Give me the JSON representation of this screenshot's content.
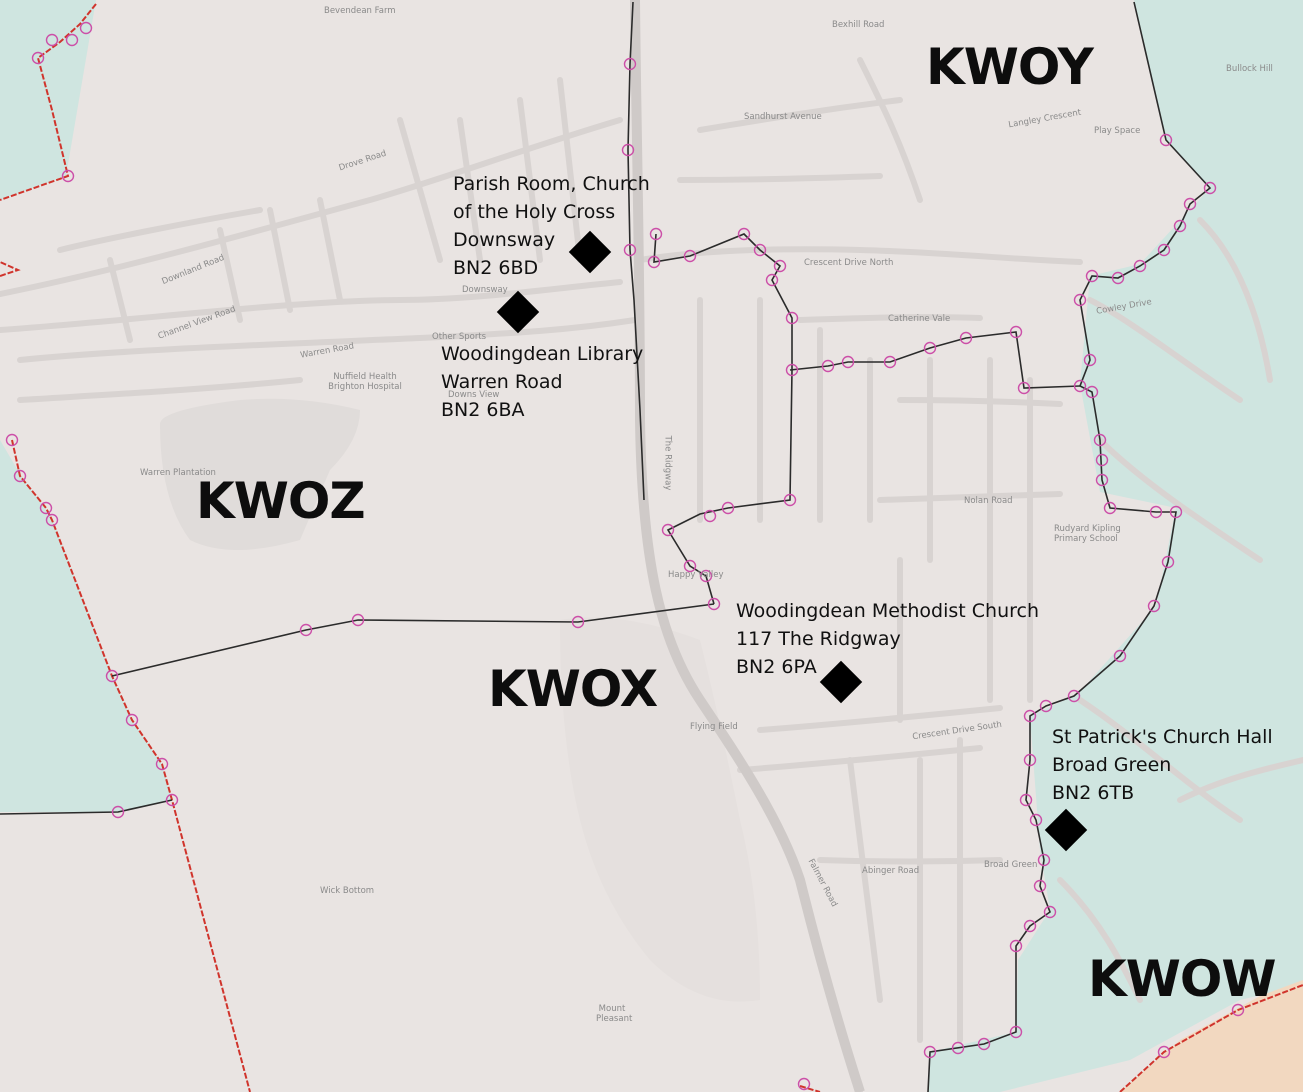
{
  "map": {
    "colors": {
      "land": "#e9e4e2",
      "sea_area": "#cfe5e0",
      "sand_area": "#f2d8c0",
      "road": "#d8d3d1",
      "boundary": "#2b2b2b",
      "outer_boundary": "#d0342c",
      "vertex": "#cc4fa8"
    },
    "districts": [
      {
        "id": "KWOY",
        "label": "KWOY"
      },
      {
        "id": "KWOZ",
        "label": "KWOZ"
      },
      {
        "id": "KWOX",
        "label": "KWOX"
      },
      {
        "id": "KWOW",
        "label": "KWOW"
      }
    ],
    "polling_stations": [
      {
        "id": "parish-room",
        "lines": [
          "Parish Room, Church",
          "of the Holy Cross",
          "Downsway",
          "BN2 6BD"
        ]
      },
      {
        "id": "library",
        "lines": [
          "Woodingdean Library",
          "Warren Road",
          "BN2 6BA"
        ]
      },
      {
        "id": "methodist",
        "lines": [
          "Woodingdean Methodist Church",
          "117 The Ridgway",
          "BN2 6PA"
        ]
      },
      {
        "id": "st-patricks",
        "lines": [
          "St Patrick's Church Hall",
          "Broad Green",
          "BN2 6TB"
        ]
      }
    ],
    "street_labels": [
      "Bevendean Farm",
      "Bexhill Road",
      "Bullock Hill",
      "Play Space",
      "Drove Road",
      "Warren Road",
      "Nuffield Health Brighton Hospital",
      "Warren Plantation",
      "Happy Valley",
      "Flying Field",
      "Wick Bottom",
      "Mount Pleasant",
      "Crescent Drive North",
      "Crescent Drive South",
      "Rudyard Kipling Primary School",
      "The Ridgway",
      "Falmer Road",
      "Downsway",
      "Channel View Road",
      "Downland Road",
      "Sandhurst Avenue",
      "Langley Crescent",
      "Catherine Vale",
      "Cowley Drive",
      "Abinger Road",
      "Broad Green",
      "Downs View",
      "Other Sports",
      "Nolan Road"
    ]
  }
}
